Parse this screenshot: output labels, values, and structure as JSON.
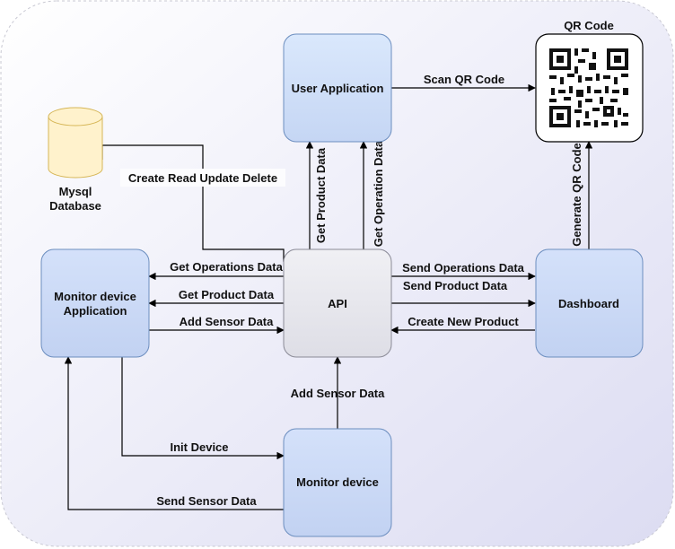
{
  "nodes": {
    "user_app": "User Application",
    "qr_title": "QR Code",
    "db_line1": "Mysql",
    "db_line2": "Database",
    "monitor_app_line1": "Monitor device",
    "monitor_app_line2": "Application",
    "api": "API",
    "dashboard": "Dashboard",
    "monitor_device": "Monitor device"
  },
  "edges": {
    "scan_qr": "Scan QR Code",
    "crud": "Create Read Update Delete",
    "get_product_vertical": "Get Product Data",
    "get_operation_vertical": "Get Operation Data",
    "generate_qr": "Generate QR Code",
    "get_operations_left": "Get Operations Data",
    "get_product_left": "Get Product Data",
    "add_sensor_left": "Add Sensor Data",
    "send_operations_right": "Send Operations Data",
    "send_product_right": "Send Product Data",
    "create_new_product": "Create New Product",
    "add_sensor_bottom": "Add Sensor Data",
    "init_device": "Init Device",
    "send_sensor": "Send Sensor Data"
  },
  "colors": {
    "background_gradient_start": "#ffffff",
    "background_gradient_end": "#dcdcf2",
    "user_app_fill": "#dae8fc",
    "monitor_fill": "#c9d8f5",
    "api_fill": "#e8e8ee",
    "db_fill": "#fff2cc",
    "db_stroke": "#d6b656",
    "node_stroke": "#6c8ebf"
  }
}
